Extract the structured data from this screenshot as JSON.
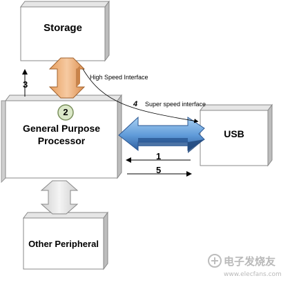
{
  "boxes": {
    "storage": "Storage",
    "processor_line1": "General Purpose",
    "processor_line2": "Processor",
    "usb": "USB",
    "peripheral": "Other Peripheral"
  },
  "badges": {
    "processor_number": "2"
  },
  "labels": {
    "high_speed": "High Speed Interface",
    "super_speed": "Super speed interface",
    "num_1": "1",
    "num_3": "3",
    "num_4": "4",
    "num_5": "5"
  },
  "watermark": {
    "brand": "电子发烧友",
    "url": "www.elecfans.com"
  },
  "colors": {
    "box_face": "#ffffff",
    "box_side": "#c9c9c9",
    "box_top": "#e9e9e9",
    "storage_arrow": "#f5c49b",
    "usb_arrow_light": "#8ec1ec",
    "usb_arrow_dark": "#2e5f9e",
    "peripheral_arrow": "#e8e8e8",
    "badge_fill": "#dbe8c8"
  }
}
